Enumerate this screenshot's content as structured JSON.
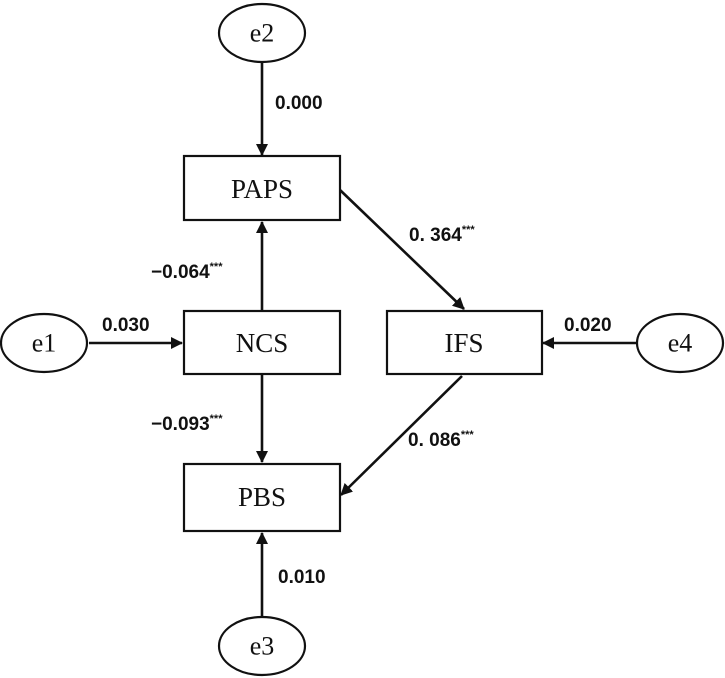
{
  "nodes": {
    "paps": "PAPS",
    "ncs": "NCS",
    "ifs": "IFS",
    "pbs": "PBS"
  },
  "errors": {
    "e1": "e1",
    "e2": "e2",
    "e3": "e3",
    "e4": "e4"
  },
  "paths": {
    "e2_paps": "0.000",
    "e1_ncs": "0.030",
    "e4_ifs": "0.020",
    "e3_pbs": "0.010",
    "ncs_paps": {
      "value": "−0.064",
      "sig": "***"
    },
    "ncs_pbs": {
      "value": "−0.093",
      "sig": "***"
    },
    "paps_ifs": {
      "value": "0. 364",
      "sig": "***"
    },
    "ifs_pbs": {
      "value": "0. 086",
      "sig": "***"
    }
  }
}
